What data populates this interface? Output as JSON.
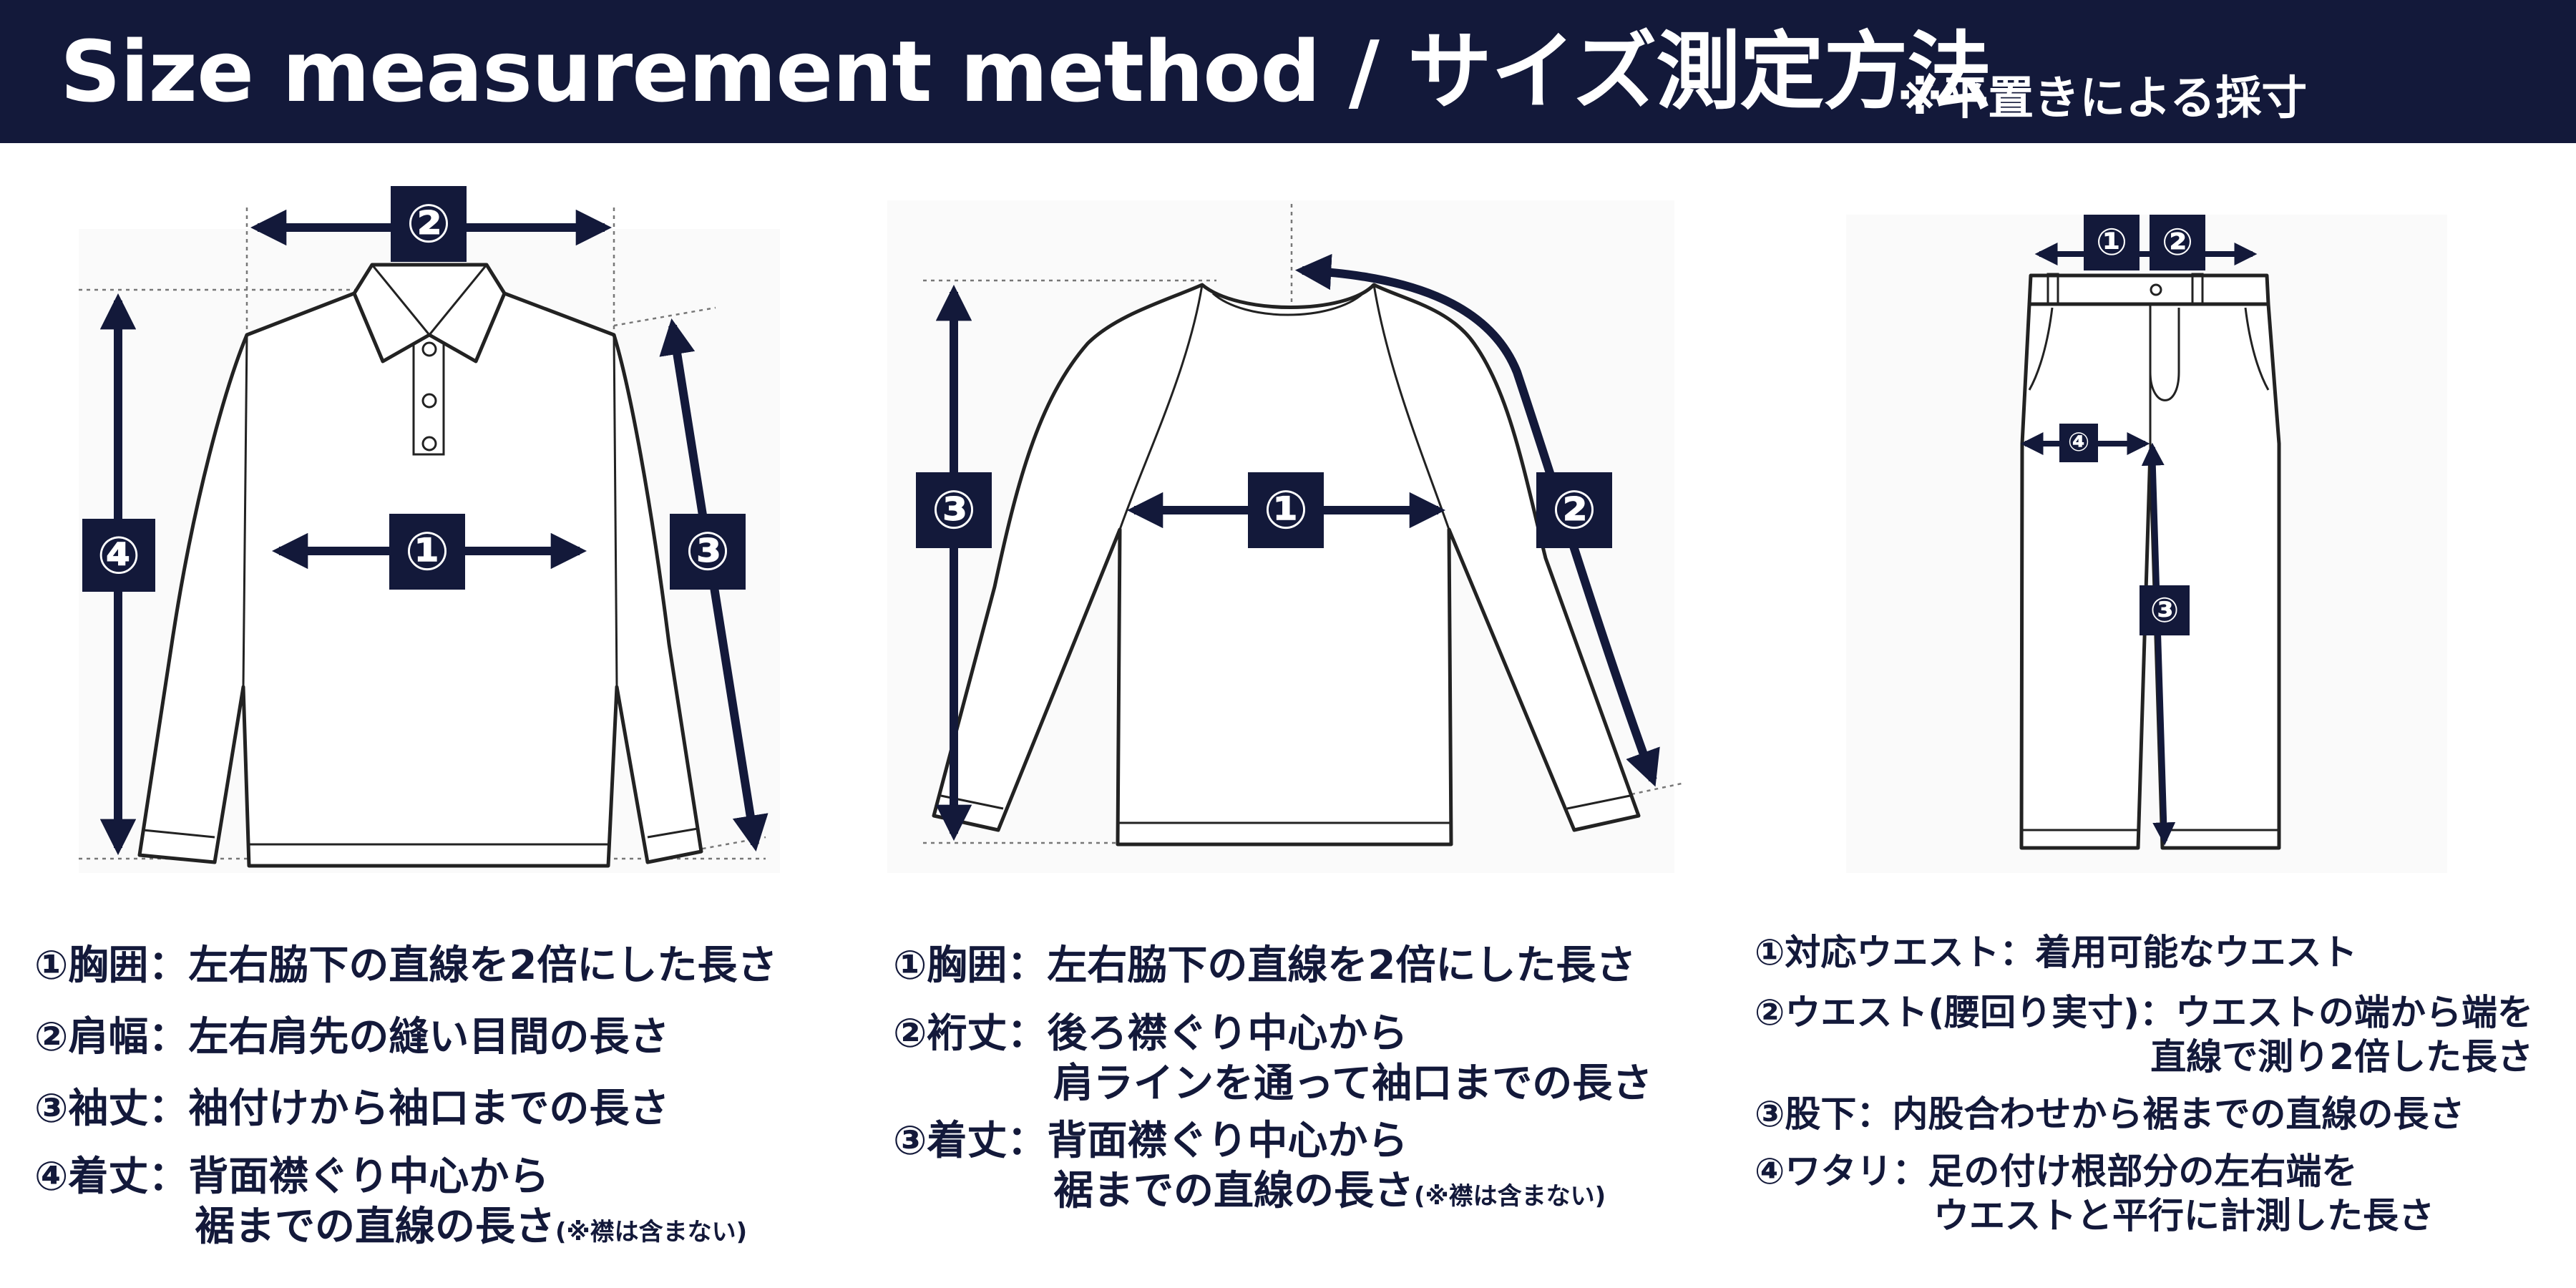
{
  "header": {
    "title": "Size measurement method / サイズ測定方法",
    "subtitle": "※平置きによる採寸"
  },
  "colors": {
    "navy": "#13193a",
    "white": "#ffffff",
    "panel": "#fafafa"
  },
  "polo": {
    "markers": [
      "②",
      "④",
      "①",
      "③"
    ],
    "lines": [
      {
        "main": "①胸囲：左右脇下の直線を2倍にした長さ"
      },
      {
        "main": "②肩幅：左右肩先の縫い目間の長さ"
      },
      {
        "main": "③袖丈：袖付けから袖口までの長さ"
      },
      {
        "main": "④着丈：背面襟ぐり中心から"
      },
      {
        "main": "　　　　裾までの直線の長さ",
        "note": "(※襟は含まない)"
      }
    ]
  },
  "tshirt": {
    "markers": [
      "③",
      "①",
      "②"
    ],
    "lines": [
      {
        "main": "①胸囲：左右脇下の直線を2倍にした長さ"
      },
      {
        "main": "②裄丈：後ろ襟ぐり中心から"
      },
      {
        "main": "　　　　肩ラインを通って袖口までの長さ"
      },
      {
        "main": "③着丈：背面襟ぐり中心から"
      },
      {
        "main": "　　　　裾までの直線の長さ",
        "note": "(※襟は含まない)"
      }
    ]
  },
  "pants": {
    "markers": [
      "①",
      "②",
      "④",
      "③"
    ],
    "lines": [
      {
        "main": "①対応ウエスト：着用可能なウエスト"
      },
      {
        "main": "②ウエスト(腰回り実寸)：ウエストの端から端を"
      },
      {
        "main": "直線で測り2倍した長さ"
      },
      {
        "main": "③股下：内股合わせから裾までの直線の長さ"
      },
      {
        "main": "④ワタリ：足の付け根部分の左右端を"
      },
      {
        "main": "ウエストと平行に計測した長さ"
      }
    ]
  }
}
